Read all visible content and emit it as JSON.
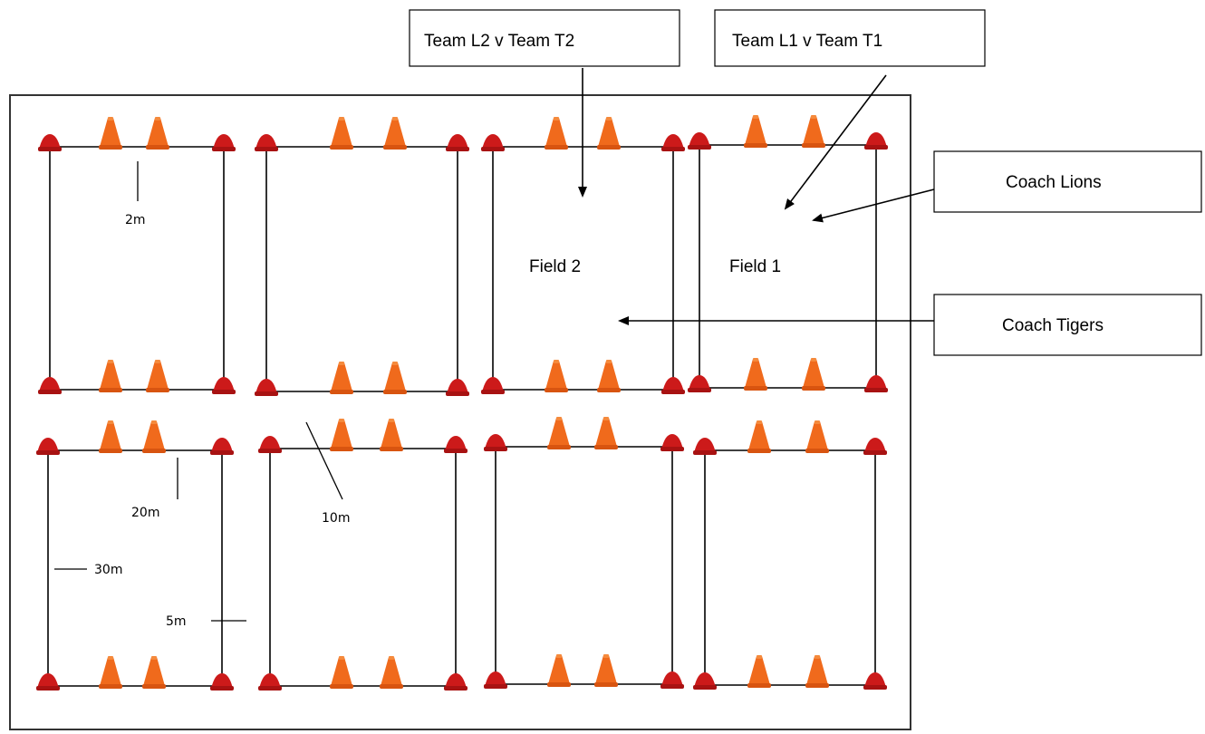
{
  "callouts": {
    "team_l2_t2": "Team L2 v Team T2",
    "team_l1_t1": "Team L1 v Team T1",
    "coach_lions": "Coach Lions",
    "coach_tigers": "Coach Tigers"
  },
  "field_labels": {
    "field_2": "Field 2",
    "field_1": "Field 1"
  },
  "dimensions": {
    "d_2m": "2m",
    "d_20m": "20m",
    "d_10m": "10m",
    "d_30m": "30m",
    "d_5m": "5m"
  },
  "colors": {
    "marker_cone": "#cc1a1a",
    "goal_cone": "#f06a1c",
    "line": "#000000"
  },
  "icons": [
    "marker-cone-icon",
    "goal-cone-icon"
  ]
}
